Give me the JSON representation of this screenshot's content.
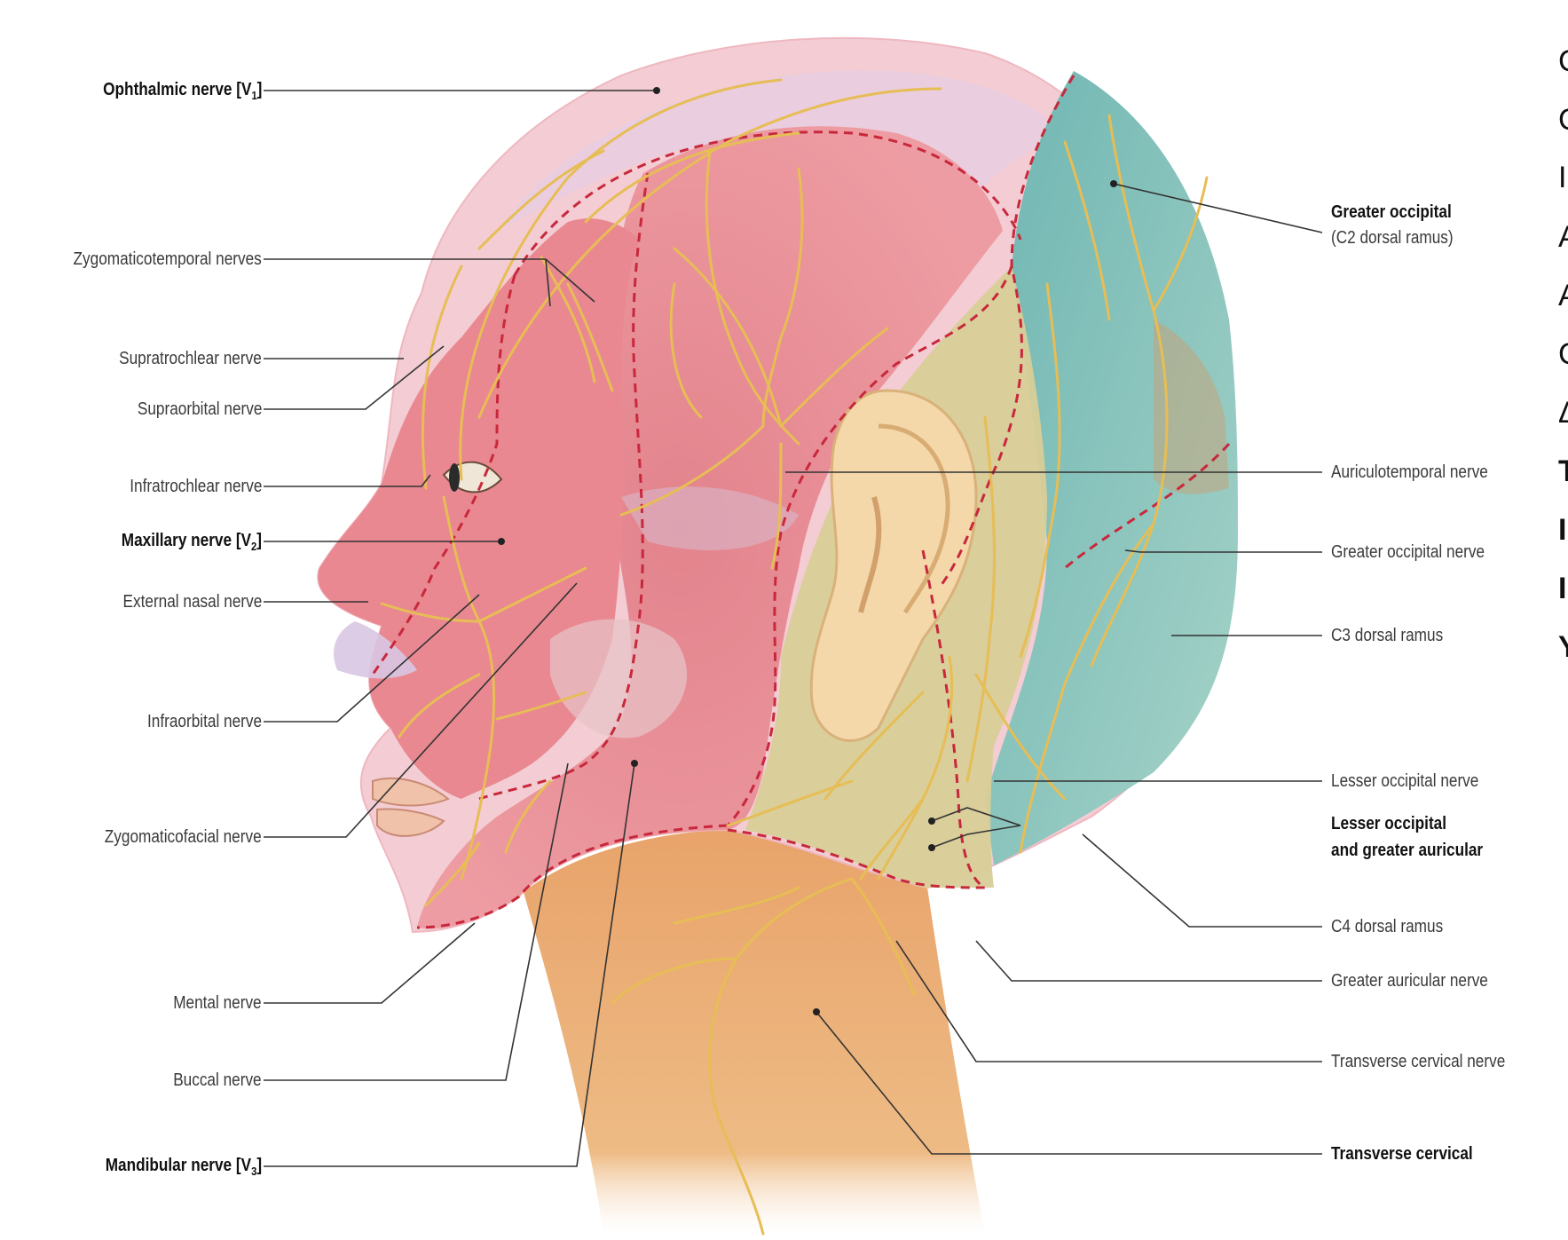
{
  "left_labels": [
    {
      "id": "ophthalmic",
      "text": "Ophthalmic nerve [V",
      "sub": "1",
      "tail": "]",
      "bold": true
    },
    {
      "id": "zygomaticotemporal",
      "text": "Zygomaticotemporal nerves",
      "bold": false
    },
    {
      "id": "supratrochlear",
      "text": "Supratrochlear nerve",
      "bold": false
    },
    {
      "id": "supraorbital",
      "text": "Supraorbital nerve",
      "bold": false
    },
    {
      "id": "infratrochlear",
      "text": "Infratrochlear nerve",
      "bold": false
    },
    {
      "id": "maxillary",
      "text": "Maxillary nerve [V",
      "sub": "2",
      "tail": "]",
      "bold": true
    },
    {
      "id": "external-nasal",
      "text": "External nasal nerve",
      "bold": false
    },
    {
      "id": "infraorbital",
      "text": "Infraorbital nerve",
      "bold": false
    },
    {
      "id": "zygomaticofacial",
      "text": "Zygomaticofacial nerve",
      "bold": false
    },
    {
      "id": "mental",
      "text": "Mental nerve",
      "bold": false
    },
    {
      "id": "buccal",
      "text": "Buccal nerve",
      "bold": false
    },
    {
      "id": "mandibular",
      "text": "Mandibular nerve [V",
      "sub": "3",
      "tail": "]",
      "bold": true
    }
  ],
  "right_labels": [
    {
      "id": "greater-occipital-region",
      "text": "Greater occipital",
      "text2": "(C2 dorsal ramus)",
      "bold": true
    },
    {
      "id": "auriculotemporal",
      "text": "Auriculotemporal nerve",
      "bold": false
    },
    {
      "id": "greater-occipital-nerve",
      "text": "Greater occipital nerve",
      "bold": false
    },
    {
      "id": "c3-dorsal-ramus",
      "text": "C3 dorsal ramus",
      "bold": false
    },
    {
      "id": "lesser-occipital-nerve",
      "text": "Lesser occipital nerve",
      "bold": false
    },
    {
      "id": "lesser-occipital-greater-auricular",
      "text": "Lesser occipital",
      "text2": "and greater auricular",
      "bold": true
    },
    {
      "id": "c4-dorsal-ramus",
      "text": "C4 dorsal ramus",
      "bold": false
    },
    {
      "id": "greater-auricular-nerve",
      "text": "Greater auricular nerve",
      "bold": false
    },
    {
      "id": "transverse-cervical-nerve",
      "text": "Transverse cervical nerve",
      "bold": false
    },
    {
      "id": "transverse-cervical-region",
      "text": "Transverse cervical",
      "bold": true
    }
  ],
  "edge_letters": [
    "C",
    "C",
    "I",
    "A",
    "A",
    "C",
    "Δ",
    "Τ",
    "Ι",
    "Ι",
    "Υ"
  ],
  "colors": {
    "v1_region": "#f2c7cf",
    "v2_region": "#ea8f98",
    "v3_region": "#e8a0a4",
    "greater_occipital_region": "#7fbdb8",
    "lesser_occipital_region": "#d9cf98",
    "transverse_cervical_region": "#e9ac6e",
    "nerve": "#e7bd55",
    "boundary": "#c8283c",
    "leader": "#333333"
  }
}
